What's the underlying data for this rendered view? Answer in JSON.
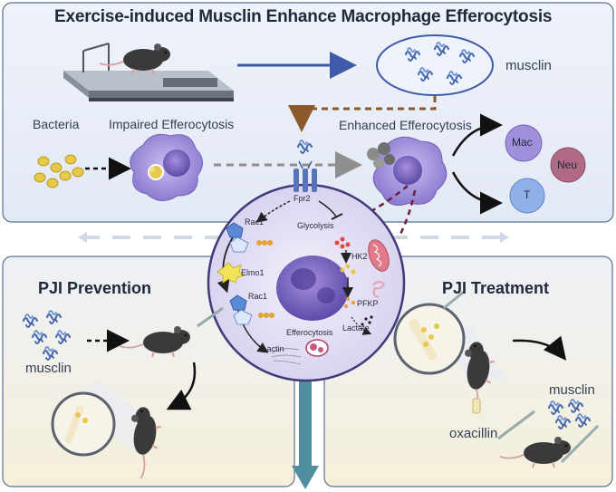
{
  "title": "Exercise-induced Musclin Enhance Macrophage Efferocytosis",
  "top_panel": {
    "musclin_label": "musclin",
    "bacteria_label": "Bacteria",
    "impaired_label": "Impaired Efferocytosis",
    "enhanced_label": "Enhanced Efferocytosis",
    "cells": {
      "mac": "Mac",
      "neu": "Neu",
      "t": "T"
    }
  },
  "center_cell": {
    "receptor": "Fpr2",
    "rac1_top": "Rac1",
    "elmo1": "Elmo1",
    "rac1_bottom": "Rac1",
    "efferocytosis": "Efferocytosis",
    "factin": "F-actin",
    "glycolysis": "Glycolysis",
    "hk2": "HK2",
    "pfkp": "PFKP",
    "lactate": "Lactate"
  },
  "left_panel": {
    "title": "PJI  Prevention",
    "musclin_label": "musclin"
  },
  "right_panel": {
    "title": "PJI  Treatment",
    "musclin_label": "musclin",
    "oxacillin_label": "oxacillin"
  },
  "colors": {
    "top_bg": "#e8eef8",
    "bottom_bg": "#f5f1e3",
    "panel_border": "#5b6f93",
    "musclin": "#4a6fb5",
    "macrophage": "#8a78c9",
    "arrow_blue": "#3e5aa8",
    "arrow_brown": "#8b5a2b",
    "arrow_maroon": "#6b1f3a",
    "down_arrow": "#4f8ea0"
  }
}
